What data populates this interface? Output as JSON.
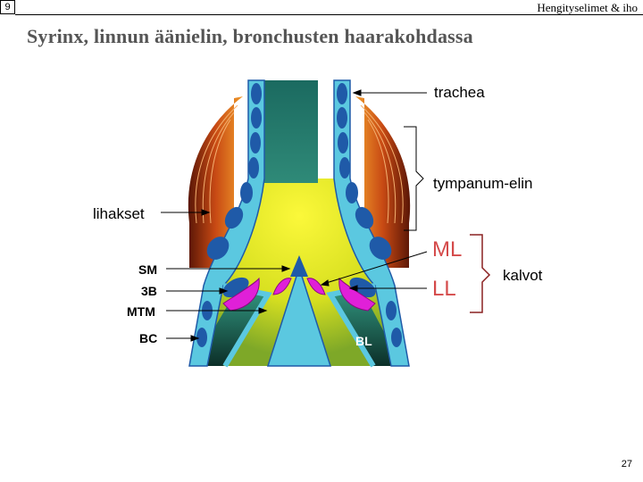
{
  "slide_number": "9",
  "header_title": "Hengityselimet & iho",
  "page_title": "Syrinx, linnun äänielin, bronchusten haarakohdassa",
  "labels": {
    "trachea": "trachea",
    "tympanum": "tympanum-elin",
    "lihakset": "lihakset",
    "sm": "SM",
    "b3": "3B",
    "mtm": "MTM",
    "bc": "BC",
    "bl": "BL",
    "ml": "ML",
    "ll": "LL",
    "kalvot": "kalvot"
  },
  "page_number": "27",
  "colors": {
    "cartilage": "#5bc8e0",
    "cartilage_dark": "#1f5aa8",
    "airway_dark": "#0f3a34",
    "muscle": "#b53a12",
    "yellow": "#f6f028",
    "membrane": "#e020d8",
    "ml_ll_text": "#d44a4a"
  }
}
